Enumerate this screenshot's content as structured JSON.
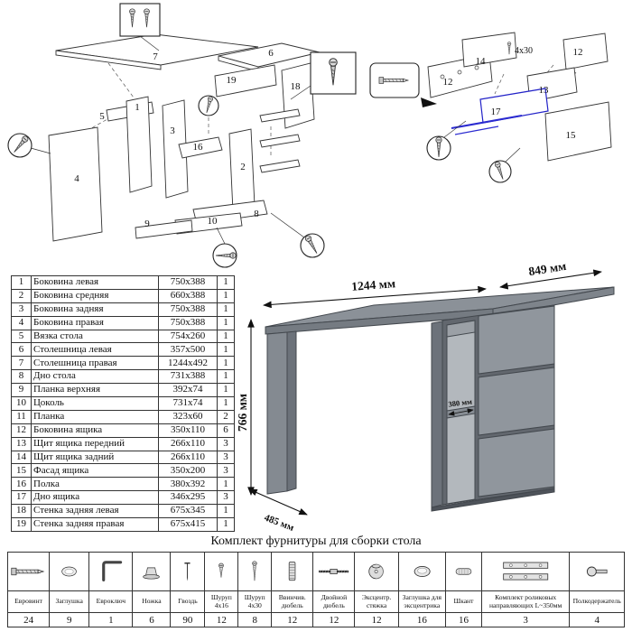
{
  "exploded_left": {
    "part_labels": [
      "7",
      "6",
      "19",
      "18",
      "5",
      "1",
      "3",
      "16",
      "2",
      "4",
      "9",
      "10",
      "8"
    ]
  },
  "exploded_right": {
    "part_labels": [
      "14",
      "12",
      "12",
      "13",
      "17",
      "15"
    ],
    "screw_label": "4x30"
  },
  "desk": {
    "dims": {
      "width": "1244 мм",
      "depth": "849 мм",
      "height": "766 мм",
      "shelf": "380 мм",
      "leg_depth": "485 мм"
    }
  },
  "parts_table": {
    "rows": [
      {
        "n": "1",
        "name": "Боковина левая",
        "size": "750x388",
        "qty": "1"
      },
      {
        "n": "2",
        "name": "Боковина средняя",
        "size": "660x388",
        "qty": "1"
      },
      {
        "n": "3",
        "name": "Боковина задняя",
        "size": "750x388",
        "qty": "1"
      },
      {
        "n": "4",
        "name": "Боковина правая",
        "size": "750x388",
        "qty": "1"
      },
      {
        "n": "5",
        "name": "Вязка стола",
        "size": "754x260",
        "qty": "1"
      },
      {
        "n": "6",
        "name": "Столешница левая",
        "size": "357x500",
        "qty": "1"
      },
      {
        "n": "7",
        "name": "Столешница правая",
        "size": "1244x492",
        "qty": "1"
      },
      {
        "n": "8",
        "name": "Дно стола",
        "size": "731x388",
        "qty": "1"
      },
      {
        "n": "9",
        "name": "Планка верхняя",
        "size": "392x74",
        "qty": "1"
      },
      {
        "n": "10",
        "name": "Цоколь",
        "size": "731x74",
        "qty": "1"
      },
      {
        "n": "11",
        "name": "Планка",
        "size": "323x60",
        "qty": "2"
      },
      {
        "n": "12",
        "name": "Боковина ящика",
        "size": "350x110",
        "qty": "6"
      },
      {
        "n": "13",
        "name": "Щит ящика передний",
        "size": "266x110",
        "qty": "3"
      },
      {
        "n": "14",
        "name": "Щит ящика задний",
        "size": "266x110",
        "qty": "3"
      },
      {
        "n": "15",
        "name": "Фасад ящика",
        "size": "350x200",
        "qty": "3"
      },
      {
        "n": "16",
        "name": "Полка",
        "size": "380x392",
        "qty": "1"
      },
      {
        "n": "17",
        "name": "Дно ящика",
        "size": "346x295",
        "qty": "3"
      },
      {
        "n": "18",
        "name": "Стенка задняя левая",
        "size": "675x345",
        "qty": "1"
      },
      {
        "n": "19",
        "name": "Стенка задняя правая",
        "size": "675x415",
        "qty": "1"
      }
    ]
  },
  "hardware": {
    "title": "Комплект фурнитуры для сборки стола",
    "items": [
      {
        "label": "Евровинт",
        "qty": "24",
        "icon": "eurovint-icon"
      },
      {
        "label": "Заглушка",
        "qty": "9",
        "icon": "plug-icon"
      },
      {
        "label": "Евроключ",
        "qty": "1",
        "icon": "hex-key-icon"
      },
      {
        "label": "Ножка",
        "qty": "6",
        "icon": "foot-icon"
      },
      {
        "label": "Гвоздь",
        "qty": "90",
        "icon": "nail-icon"
      },
      {
        "label": "Шуруп 4x16",
        "qty": "12",
        "icon": "screw-4x16-icon"
      },
      {
        "label": "Шуруп 4x30",
        "qty": "8",
        "icon": "screw-4x30-icon"
      },
      {
        "label": "Ввинчив. дюбель",
        "qty": "12",
        "icon": "screw-in-dowel-icon"
      },
      {
        "label": "Двойной дюбель",
        "qty": "12",
        "icon": "double-dowel-icon"
      },
      {
        "label": "Эксцентр. стяжка",
        "qty": "12",
        "icon": "cam-lock-icon"
      },
      {
        "label": "Заглушка для эксцентрика",
        "qty": "16",
        "icon": "cam-plug-icon"
      },
      {
        "label": "Шкант",
        "qty": "16",
        "icon": "dowel-icon"
      },
      {
        "label": "Комплект роликовых направляющих L~350мм",
        "qty": "3",
        "icon": "roller-guides-icon"
      },
      {
        "label": "Полкодержатель",
        "qty": "4",
        "icon": "shelf-support-icon"
      }
    ]
  }
}
